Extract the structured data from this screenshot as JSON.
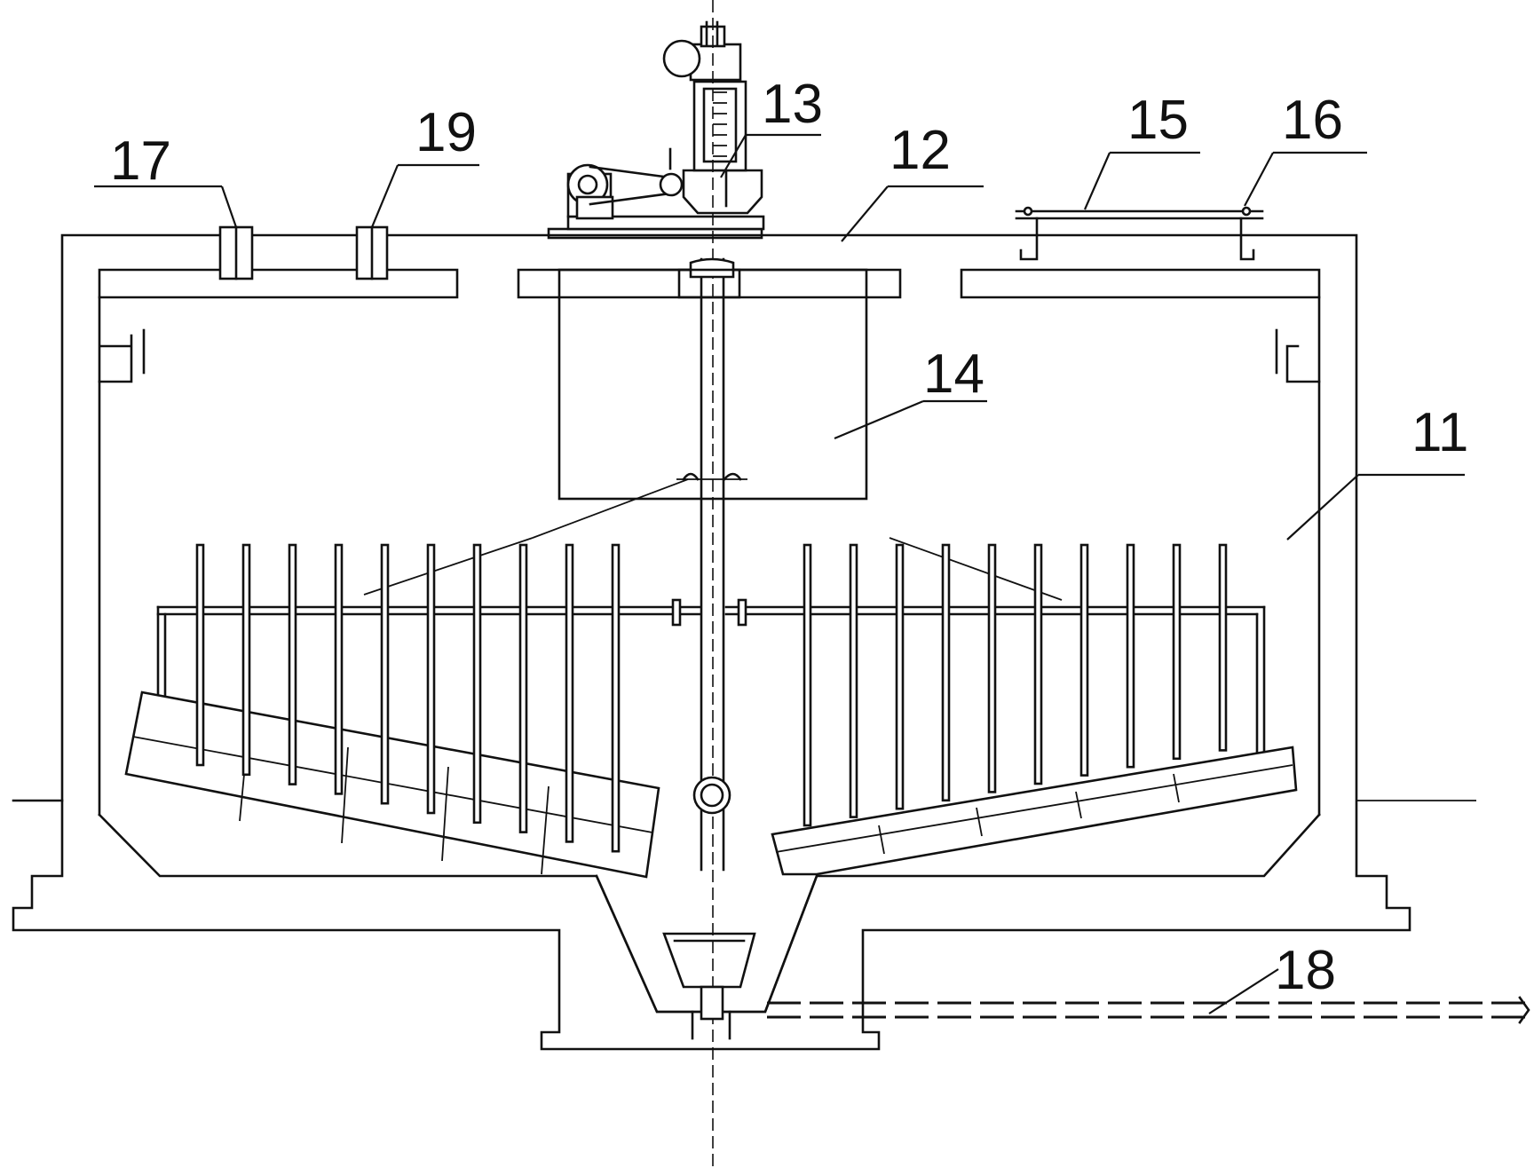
{
  "labels": {
    "l11": "11",
    "l12": "12",
    "l13": "13",
    "l14": "14",
    "l15": "15",
    "l16": "16",
    "l17": "17",
    "l18": "18",
    "l19": "19"
  }
}
